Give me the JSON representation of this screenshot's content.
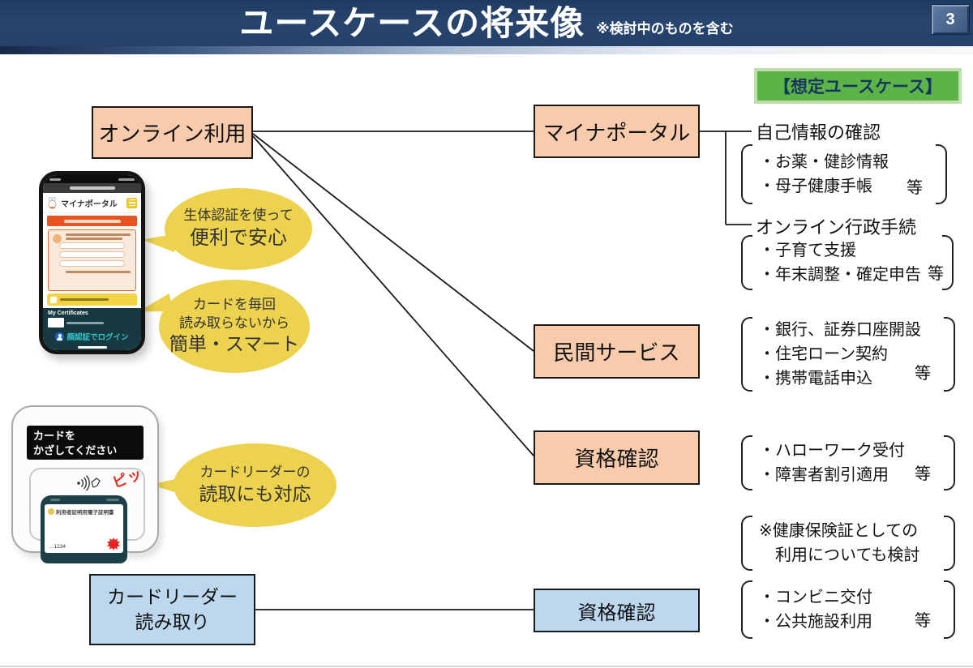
{
  "header": {
    "title": "ユースケースの将来像",
    "subtitle": "※検討中のものを含む",
    "page_number": "3"
  },
  "legend_label": "【想定ユースケース】",
  "nodes": {
    "online_use": "オンライン利用",
    "mynaportal": "マイナポータル",
    "private_service": "民間サービス",
    "eligibility_online": "資格確認",
    "card_reader_line1": "カードリーダー",
    "card_reader_line2": "読み取り",
    "eligibility_reader": "資格確認"
  },
  "branches": {
    "self_info_heading": "自己情報の確認",
    "online_proc_heading": "オンライン行政手続"
  },
  "lists": {
    "self_info": {
      "items": [
        "・お薬・健診情報",
        "・母子健康手帳"
      ],
      "etc": "等"
    },
    "online_proc": {
      "items": [
        "・子育て支援",
        "・年末調整・確定申告"
      ],
      "etc": "等"
    },
    "private": {
      "items": [
        "・銀行、証券口座開設",
        "・住宅ローン契約",
        "・携帯電話申込"
      ],
      "etc": "等"
    },
    "eligibility": {
      "items": [
        "・ハローワーク受付",
        "・障害者割引適用"
      ],
      "etc": "等"
    },
    "health_note": {
      "items": [
        "※健康保険証としての",
        "　利用についても検討"
      ]
    },
    "reader_use": {
      "items": [
        "・コンビニ交付",
        "・公共施設利用"
      ],
      "etc": "等"
    }
  },
  "bubbles": {
    "biometric": {
      "line1": "生体認証を使って",
      "line2": "便利で安心"
    },
    "no_reading": {
      "line1": "カードを毎回",
      "line2": "読み取らないから",
      "line3": "簡単・スマート"
    },
    "reader_support": {
      "line1": "カードリーダーの",
      "line2": "読取にも対応"
    }
  },
  "phone": {
    "app_title": "マイナポータル",
    "cert_section": "My Certificates",
    "login_label": "顔認証でログイン"
  },
  "reader": {
    "display_line1": "カードを",
    "display_line2": "かざしてください",
    "sound": "ピッ",
    "card_title": "利用者証明用電子証明書",
    "card_number": "…1234"
  },
  "colors": {
    "header_navy": "#23406a",
    "peach": "#f8cbad",
    "light_blue": "#bdd7ee",
    "bubble_yellow": "#ecd24e",
    "legend_green": "#5cb449",
    "banner_orange": "#e8541f",
    "accent_red": "#e03024"
  }
}
